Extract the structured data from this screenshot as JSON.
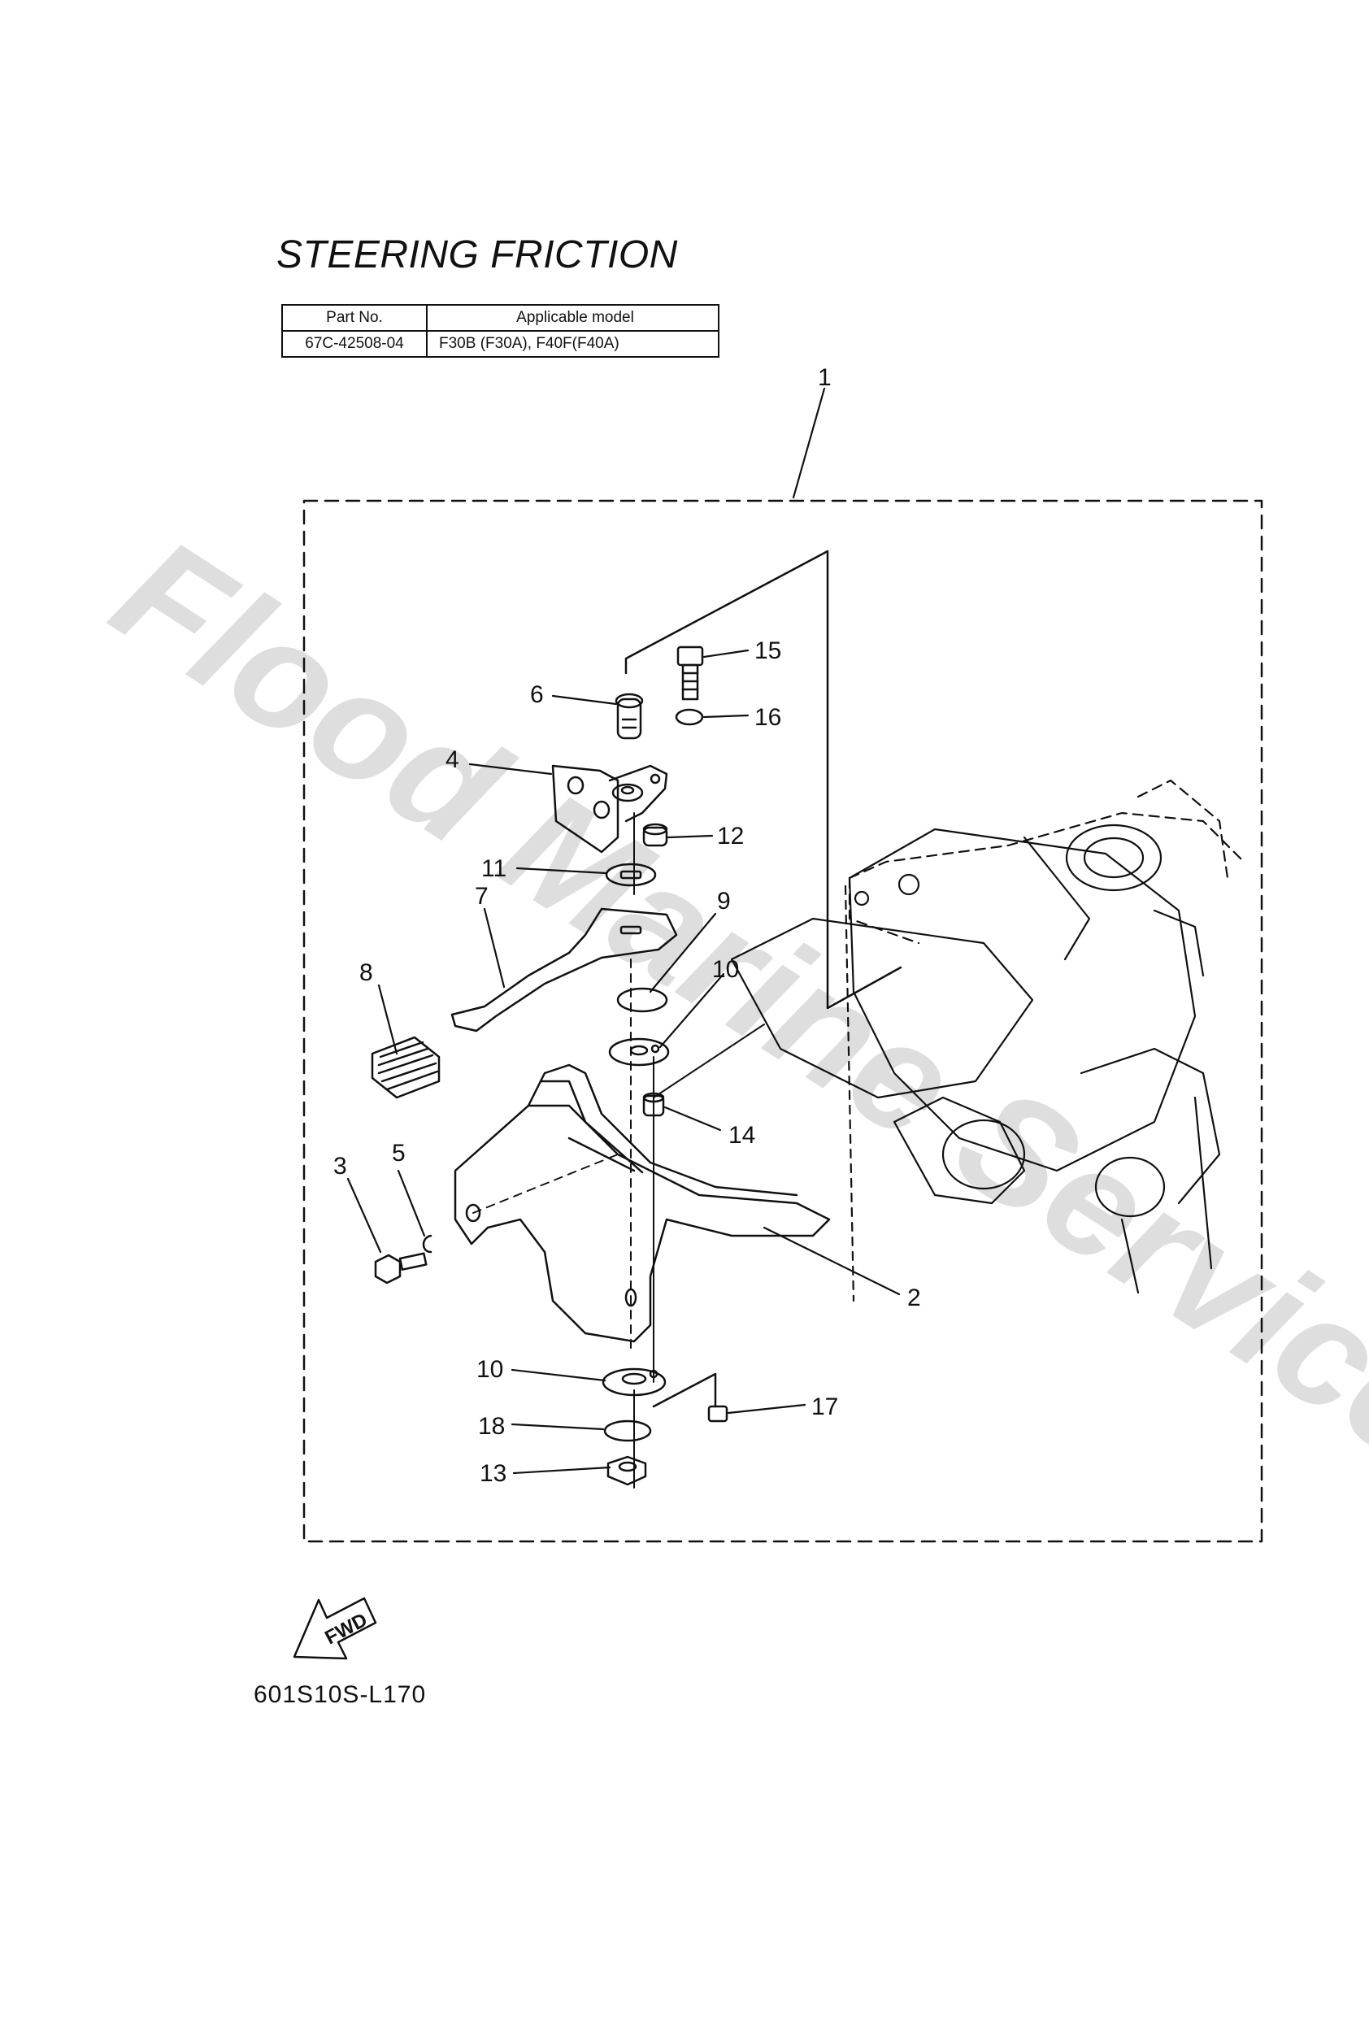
{
  "title": "STEERING FRICTION",
  "spec_table": {
    "headers": [
      "Part No.",
      "Applicable model"
    ],
    "rows": [
      [
        "67C-42508-04",
        "F30B (F30A), F40F(F40A)"
      ]
    ]
  },
  "callouts": [
    "1",
    "2",
    "3",
    "4",
    "5",
    "6",
    "7",
    "8",
    "9",
    "10",
    "10",
    "11",
    "12",
    "13",
    "14",
    "15",
    "16",
    "17",
    "18"
  ],
  "fwd_label": "FWD",
  "diagram_code": "601S10S-L170",
  "watermark": "Flood Marine Services"
}
